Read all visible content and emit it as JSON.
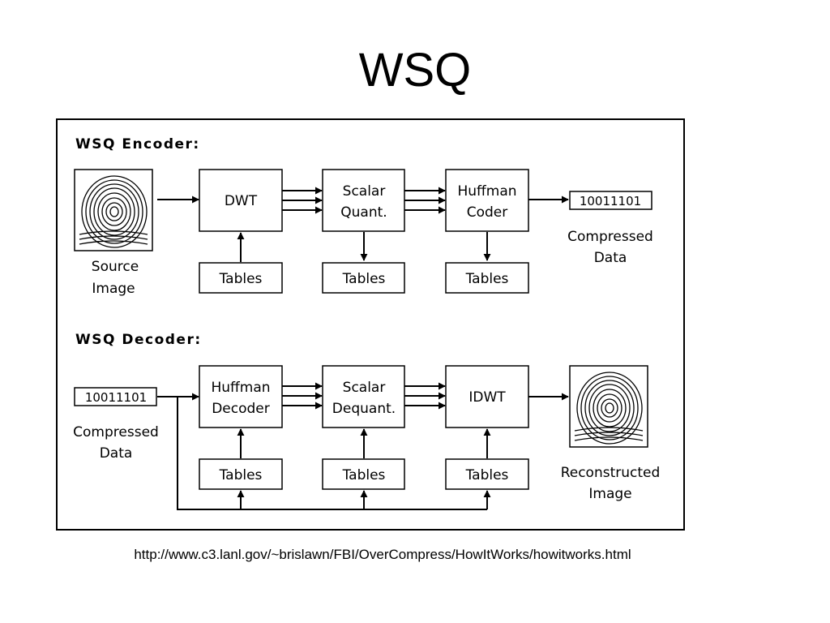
{
  "title": "WSQ",
  "source_url": "http://www.c3.lanl.gov/~brislawn/FBI/OverCompress/HowItWorks/howitworks.html",
  "encoder": {
    "heading": "WSQ Encoder:",
    "input_label": [
      "Source",
      "Image"
    ],
    "blocks": [
      {
        "label": [
          "DWT"
        ],
        "table": "Tables"
      },
      {
        "label": [
          "Scalar",
          "Quant."
        ],
        "table": "Tables"
      },
      {
        "label": [
          "Huffman",
          "Coder"
        ],
        "table": "Tables"
      }
    ],
    "output_bits": "10011101",
    "output_label": [
      "Compressed",
      "Data"
    ]
  },
  "decoder": {
    "heading": "WSQ Decoder:",
    "input_bits": "10011101",
    "input_label": [
      "Compressed",
      "Data"
    ],
    "blocks": [
      {
        "label": [
          "Huffman",
          "Decoder"
        ],
        "table": "Tables"
      },
      {
        "label": [
          "Scalar",
          "Dequant."
        ],
        "table": "Tables"
      },
      {
        "label": [
          "IDWT"
        ],
        "table": "Tables"
      }
    ],
    "output_label": [
      "Reconstructed",
      "Image"
    ]
  }
}
